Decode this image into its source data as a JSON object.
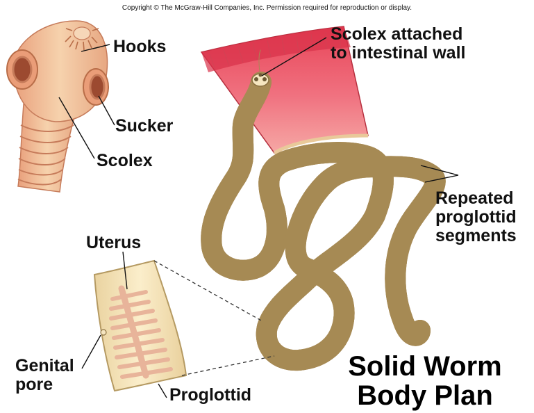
{
  "copyright": "Copyright © The McGraw-Hill Companies, Inc. Permission required for reproduction or display.",
  "labels": {
    "hooks": "Hooks",
    "sucker": "Sucker",
    "scolex": "Scolex",
    "scolex_attached_line1": "Scolex attached",
    "scolex_attached_line2": "to intestinal wall",
    "repeated_line1": "Repeated",
    "repeated_line2": "proglottid",
    "repeated_line3": "segments",
    "uterus": "Uterus",
    "genital_line1": "Genital",
    "genital_line2": "pore",
    "proglottid": "Proglottid"
  },
  "title": {
    "line1": "Solid Worm",
    "line2": "Body Plan"
  },
  "colors": {
    "worm_body": "#f3e0b0",
    "worm_outline": "#b89a62",
    "scolex_skin": "#f2c29a",
    "intestine": "#e8485a",
    "uterus": "#e8b49a"
  }
}
